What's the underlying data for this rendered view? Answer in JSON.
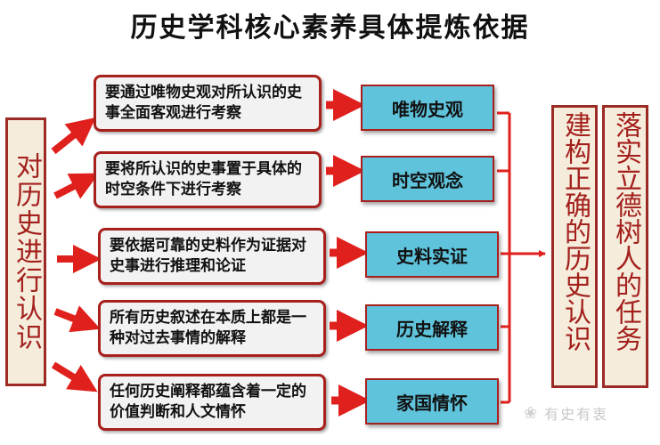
{
  "title": "历史学科核心素养具体提炼依据",
  "left_label": "对历史进行认识",
  "rows": [
    {
      "desc": "要通过唯物史观对所认识的史事全面客观进行考察",
      "concept": "唯物史观"
    },
    {
      "desc": "要将所认识的史事置于具体的时空条件下进行考察",
      "concept": "时空观念"
    },
    {
      "desc": "要依据可靠的史料作为证据对史事进行推理和论证",
      "concept": "史料实证"
    },
    {
      "desc": "所有历史叙述在本质上都是一种对过去事情的解释",
      "concept": "历史解释"
    },
    {
      "desc": "任何历史阐释都蕴含着一定的价值判断和人文情怀",
      "concept": "家国情怀"
    }
  ],
  "right_label_1": "建构正确的历史认识",
  "right_label_2": "落实立德树人的任务",
  "watermark": "有史有衷",
  "colors": {
    "accent_red": "#e0201c",
    "concept_fill": "#5fc3dc",
    "side_fill": "#f5ecdc"
  }
}
